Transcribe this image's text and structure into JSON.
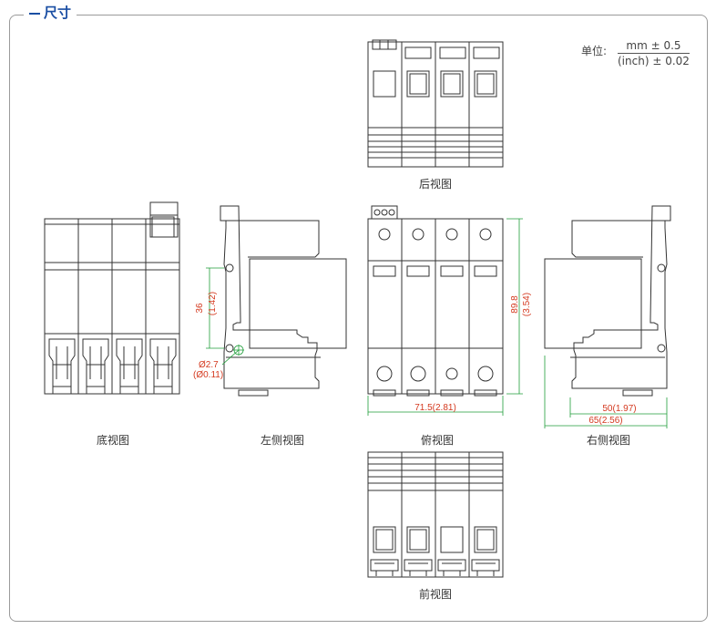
{
  "section": {
    "title": "尺寸"
  },
  "unit": {
    "label": "单位:",
    "numerator": "mm ± 0.5",
    "denominator": "(inch) ± 0.02"
  },
  "views": {
    "back": "后视图",
    "bottom": "底视图",
    "left_side": "左侧视图",
    "top": "俯视图",
    "right_side": "右侧视图",
    "front": "前视图"
  },
  "dimensions": {
    "height_36": "36",
    "height_36_in": "(1.42)",
    "hole_dia": "Ø2.7",
    "hole_dia_in": "(Ø0.11)",
    "height_89": "89.8",
    "height_89_in": "(3.54)",
    "width_71": "71.5(2.81)",
    "depth_50": "50(1.97)",
    "depth_65": "65(2.56)"
  },
  "colors": {
    "title": "#1a4ea3",
    "dimension": "#d4391f",
    "dimension_line": "#1f9e3a",
    "outline": "#333333"
  }
}
